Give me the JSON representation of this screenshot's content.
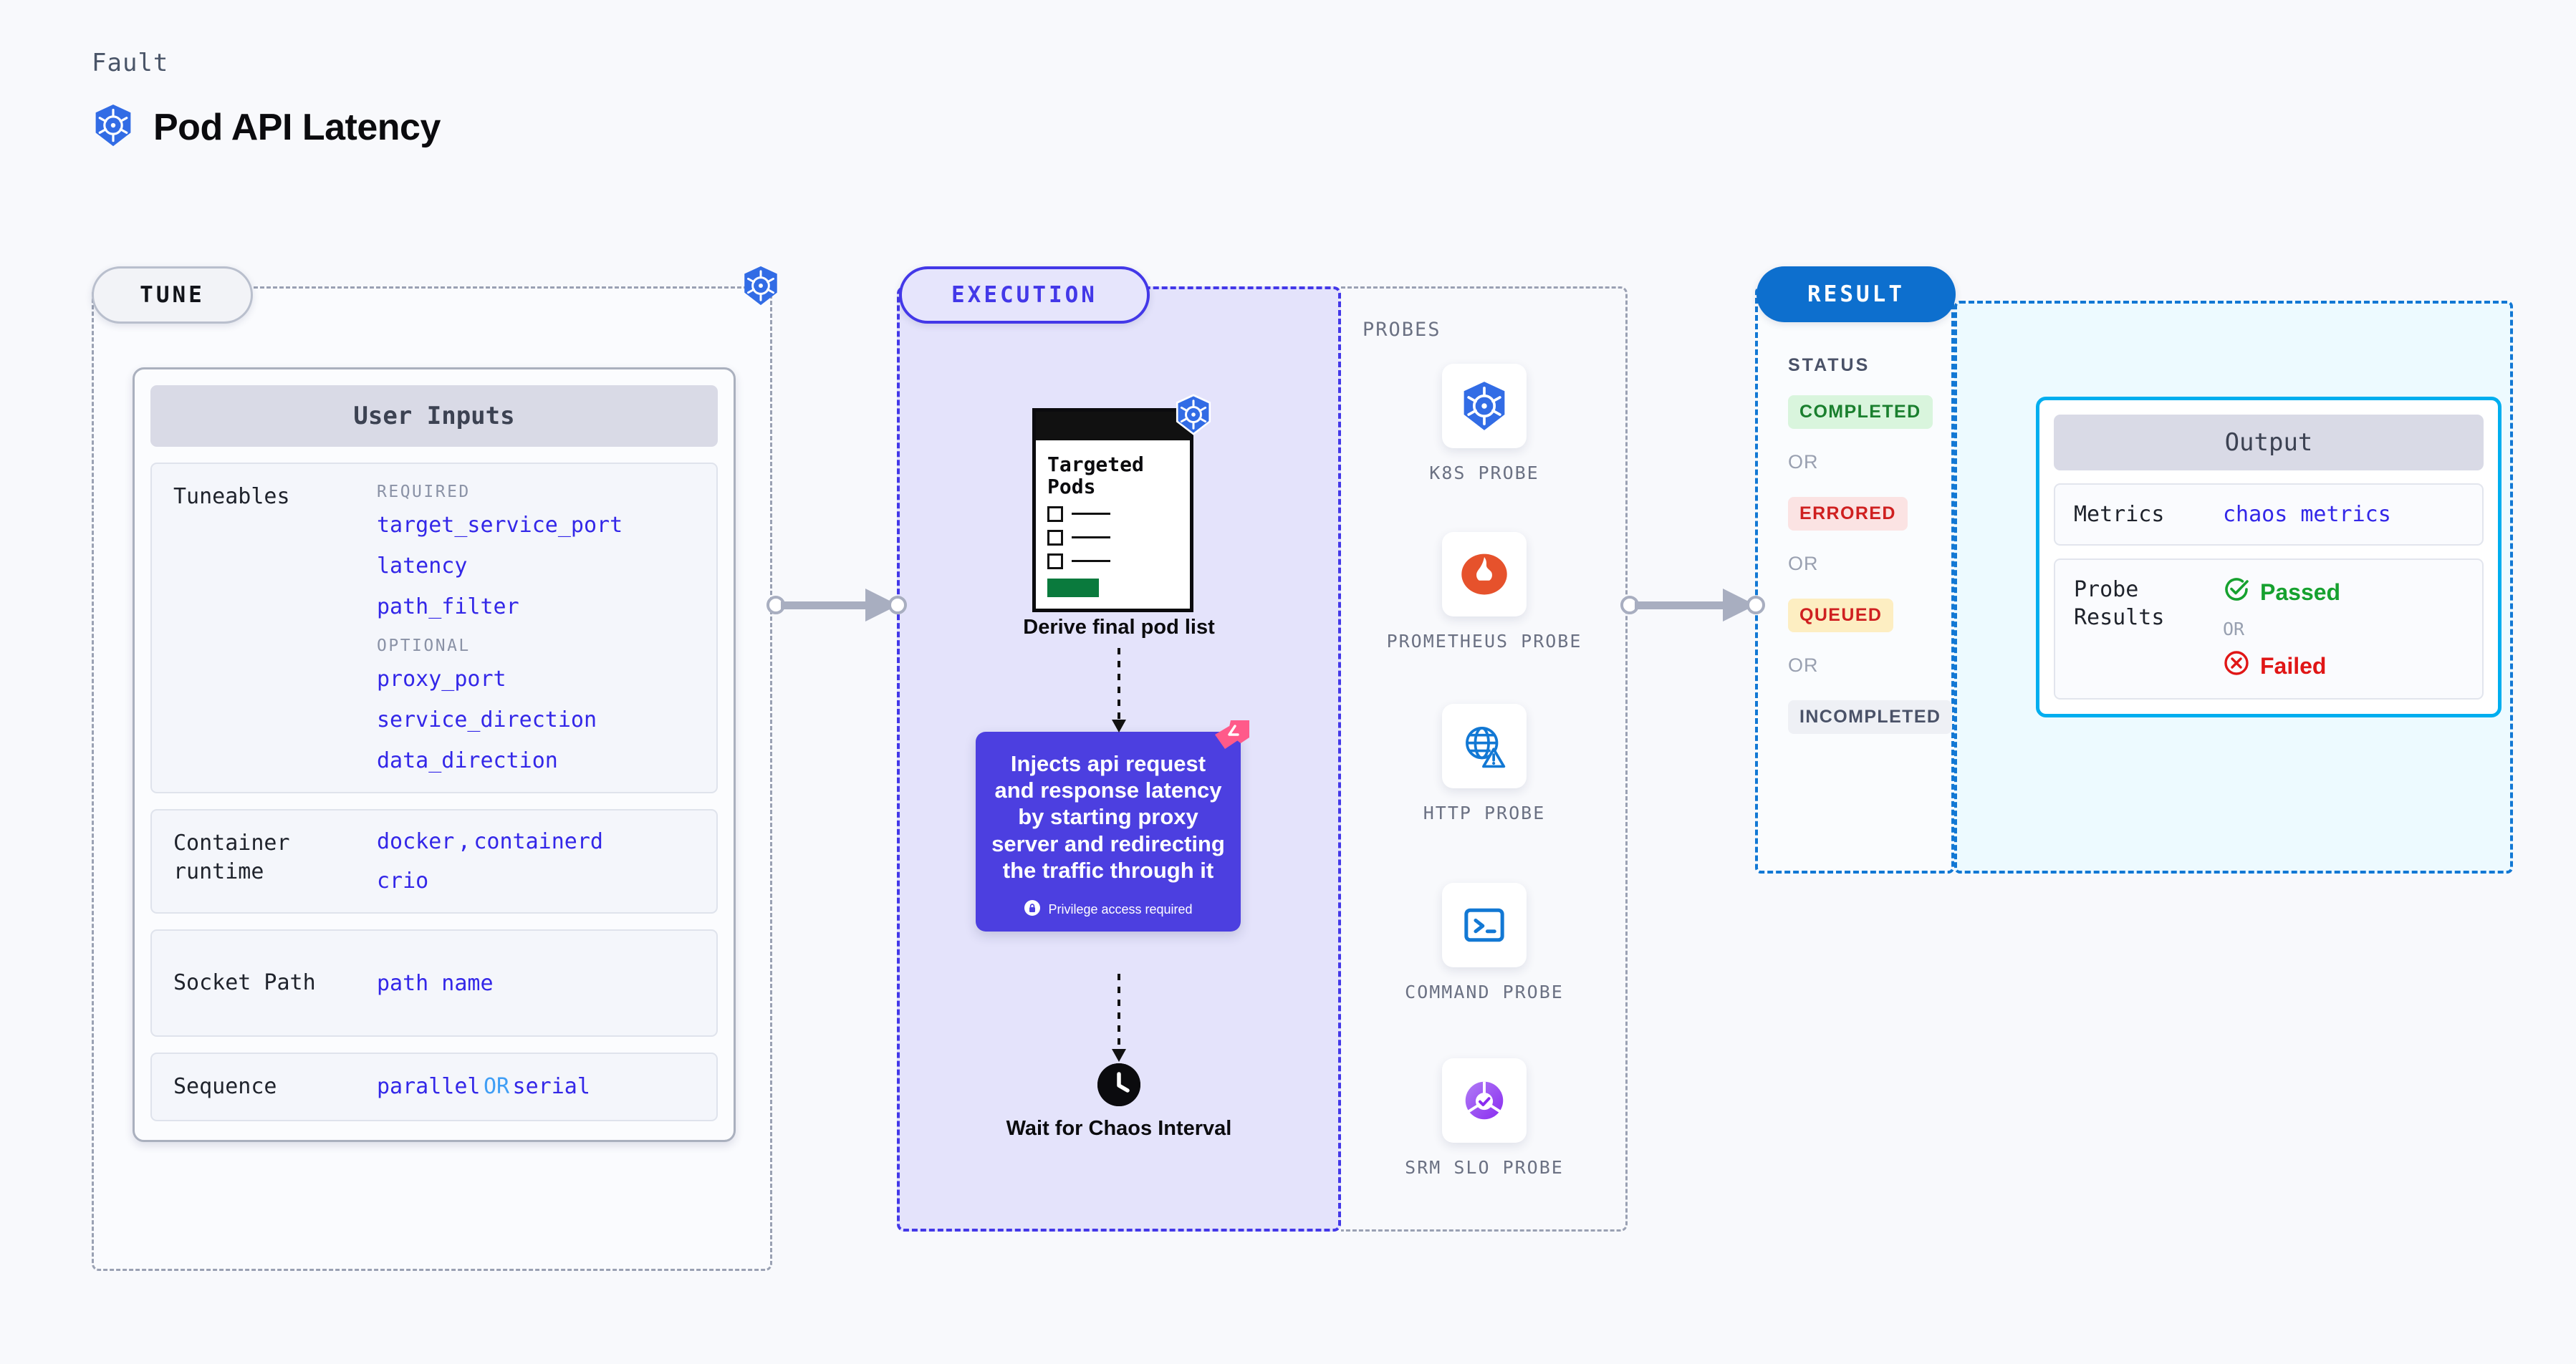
{
  "header": {
    "kicker": "Fault",
    "title": "Pod API Latency",
    "icon": "kubernetes-icon"
  },
  "tune": {
    "pill_label": "TUNE",
    "badge_icon": "kubernetes-icon",
    "card_title": "User Inputs",
    "tuneables": {
      "label": "Tuneables",
      "required_tag": "REQUIRED",
      "required": [
        "target_service_port",
        "latency",
        "path_filter"
      ],
      "optional_tag": "OPTIONAL",
      "optional": [
        "proxy_port",
        "service_direction",
        "data_direction"
      ]
    },
    "rows": [
      {
        "label": "Container runtime",
        "values": [
          "docker",
          "containerd",
          "crio"
        ],
        "separator": ","
      },
      {
        "label": "Socket Path",
        "values": [
          "path name"
        ]
      },
      {
        "label": "Sequence",
        "values": [
          "parallel",
          "serial"
        ],
        "separator": "OR"
      }
    ]
  },
  "execution": {
    "pill_label": "EXECUTION",
    "pods_card": {
      "title": "Targeted Pods",
      "icon": "kubernetes-icon",
      "checkbox_rows": 3
    },
    "derive_label": "Derive final pod list",
    "inject_card": {
      "text": "Injects api request and response latency by starting proxy server and redirecting the traffic through it",
      "privilege_note": "Privilege access required",
      "privilege_icon": "lock-icon",
      "corner_icon": "litmus-chaos-icon",
      "color": "#4c3fe0"
    },
    "wait_node": {
      "icon": "clock-icon",
      "label": "Wait for Chaos Interval"
    }
  },
  "probes": {
    "title": "PROBES",
    "items": [
      {
        "name": "K8S PROBE",
        "icon": "kubernetes-icon"
      },
      {
        "name": "PROMETHEUS PROBE",
        "icon": "prometheus-icon"
      },
      {
        "name": "HTTP PROBE",
        "icon": "globe-warning-icon"
      },
      {
        "name": "COMMAND PROBE",
        "icon": "terminal-icon"
      },
      {
        "name": "SRM SLO PROBE",
        "icon": "srm-slo-icon"
      }
    ]
  },
  "result": {
    "pill_label": "RESULT",
    "status_title": "STATUS",
    "or_label": "OR",
    "statuses": [
      {
        "label": "COMPLETED",
        "color": "#1a7f2e",
        "bg": "#d9f5dd"
      },
      {
        "label": "ERRORED",
        "color": "#cf2020",
        "bg": "#fbe3e3"
      },
      {
        "label": "QUEUED",
        "color": "#cf2020",
        "bg": "#fdeec2"
      },
      {
        "label": "INCOMPLETED",
        "color": "#4a5268",
        "bg": "#eef0f5"
      }
    ]
  },
  "output": {
    "card_title": "Output",
    "metrics": {
      "label": "Metrics",
      "value": "chaos metrics"
    },
    "probe_results": {
      "label": "Probe Results",
      "or_label": "OR",
      "passed": {
        "label": "Passed",
        "icon": "check-circle-icon",
        "color": "#16a12f"
      },
      "failed": {
        "label": "Failed",
        "icon": "x-circle-icon",
        "color": "#e01616"
      }
    }
  }
}
